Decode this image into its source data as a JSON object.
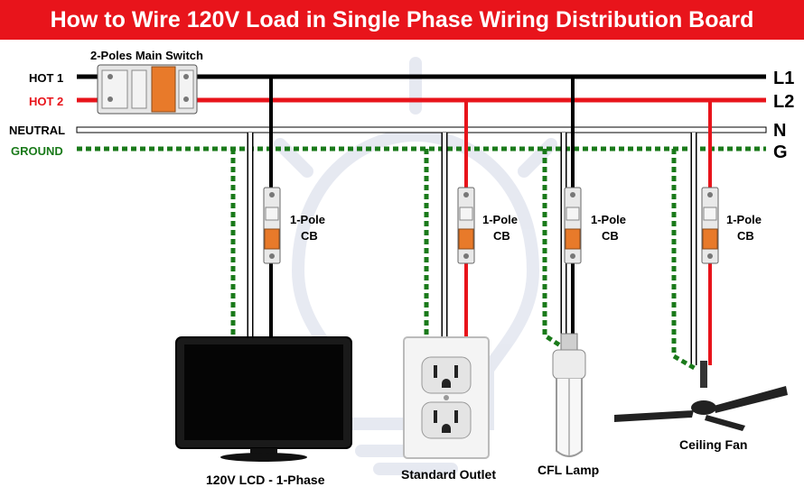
{
  "title": "How to Wire 120V Load in Single Phase Wiring Distribution Board",
  "main_switch_label": "2-Poles Main Switch",
  "lines": {
    "hot1": "HOT 1",
    "hot2": "HOT 2",
    "neutral": "NEUTRAL",
    "ground": "GROUND"
  },
  "terminals": {
    "l1": "L1",
    "l2": "L2",
    "n": "N",
    "g": "G"
  },
  "breakers": [
    {
      "line1": "1-Pole",
      "line2": "CB"
    },
    {
      "line1": "1-Pole",
      "line2": "CB"
    },
    {
      "line1": "1-Pole",
      "line2": "CB"
    },
    {
      "line1": "1-Pole",
      "line2": "CB"
    }
  ],
  "loads": {
    "tv": "120V LCD - 1-Phase",
    "outlet": "Standard Outlet",
    "lamp": "CFL Lamp",
    "fan": "Ceiling Fan"
  },
  "colors": {
    "title_bg": "#e8141b",
    "hot1": "#000000",
    "hot2": "#e8141b",
    "neutral": "#ffffff",
    "ground": "#1a7a1a",
    "breaker_handle": "#e87a2a"
  }
}
